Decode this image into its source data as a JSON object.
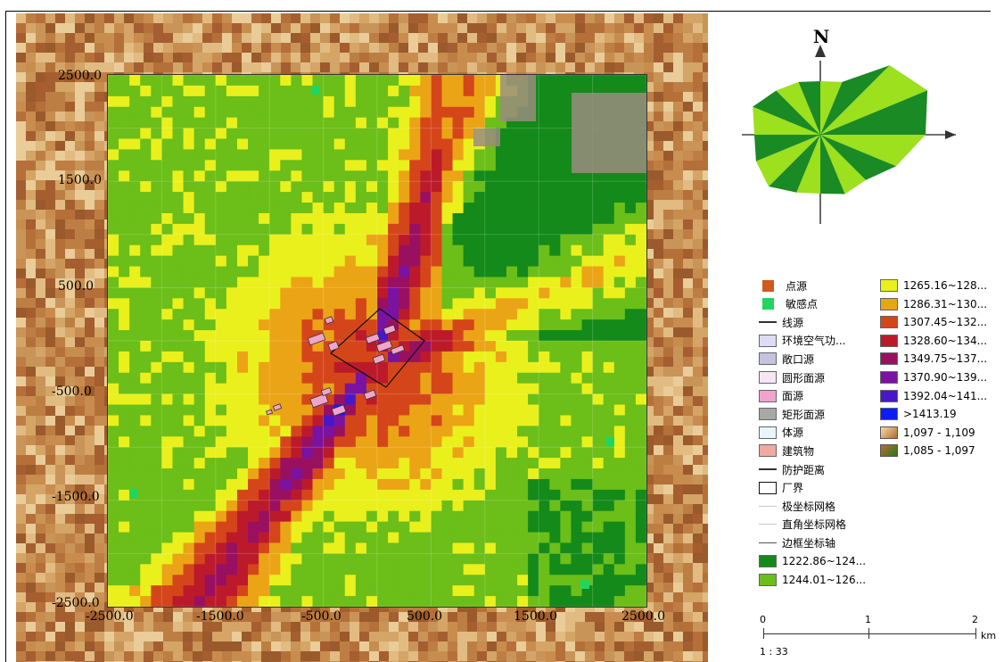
{
  "map": {
    "y_axis_labels": [
      "2500.0",
      "1500.0",
      "500.0",
      "-500.0",
      "-1500.0",
      "-2500.0"
    ],
    "x_axis_labels": [
      "-2500.0",
      "-1500.0",
      "-500.0",
      "500.0",
      "1500.0",
      "2500.0"
    ],
    "compass_label": "N"
  },
  "legend": {
    "col1": [
      {
        "label": "点源",
        "color": "#d0591c",
        "kind": "small-square"
      },
      {
        "label": "敏感点",
        "color": "#1ed760",
        "kind": "small-square"
      },
      {
        "label": "线源",
        "color": "#333333",
        "kind": "line"
      },
      {
        "label": "环境空气功...",
        "color": "#dcdcf6",
        "kind": "box"
      },
      {
        "label": "敞口源",
        "color": "#c4c4dc",
        "kind": "box"
      },
      {
        "label": "圆形面源",
        "color": "#f6e6f4",
        "kind": "box"
      },
      {
        "label": "面源",
        "color": "#f0a4cc",
        "kind": "box"
      },
      {
        "label": "矩形面源",
        "color": "#a8a8a8",
        "kind": "box"
      },
      {
        "label": "体源",
        "color": "#e6f6fc",
        "kind": "box"
      },
      {
        "label": "建筑物",
        "color": "#f0aaa0",
        "kind": "box"
      },
      {
        "label": "防护距离",
        "color": "#333333",
        "kind": "line"
      },
      {
        "label": "厂界",
        "color": "#ffffff",
        "kind": "box-outline"
      },
      {
        "label": "极坐标网格",
        "color": "#c8c8c8",
        "kind": "line-vthin"
      },
      {
        "label": "直角坐标网格",
        "color": "#c8c8c8",
        "kind": "line-vthin"
      },
      {
        "label": "边框坐标轴",
        "color": "#555555",
        "kind": "line-thin"
      },
      {
        "label": "1222.86~124...",
        "color": "#138a1a",
        "kind": "box"
      },
      {
        "label": "1244.01~126...",
        "color": "#6cbe18",
        "kind": "box"
      }
    ],
    "col2": [
      {
        "label": "1265.16~128...",
        "color": "#eaf01c",
        "kind": "box"
      },
      {
        "label": "1286.31~130...",
        "color": "#eba416",
        "kind": "box"
      },
      {
        "label": "1307.45~132...",
        "color": "#d4461a",
        "kind": "box"
      },
      {
        "label": "1328.60~134...",
        "color": "#bc1a2a",
        "kind": "box"
      },
      {
        "label": "1349.75~137...",
        "color": "#9a1060",
        "kind": "box"
      },
      {
        "label": "1370.90~139...",
        "color": "#7a12a2",
        "kind": "box"
      },
      {
        "label": "1392.04~141...",
        "color": "#4818c8",
        "kind": "box"
      },
      {
        "label": ">1413.19",
        "color": "#0c1cf4",
        "kind": "box"
      },
      {
        "label": "1,097 - 1,109",
        "color": "#d49a52",
        "kind": "gradient-a"
      },
      {
        "label": "1,085 - 1,097",
        "color": "#6a8a2a",
        "kind": "gradient-b"
      }
    ]
  },
  "scale": {
    "ticks": [
      "0",
      "1",
      "2"
    ],
    "unit": "km",
    "ratio": "1 : 33"
  }
}
